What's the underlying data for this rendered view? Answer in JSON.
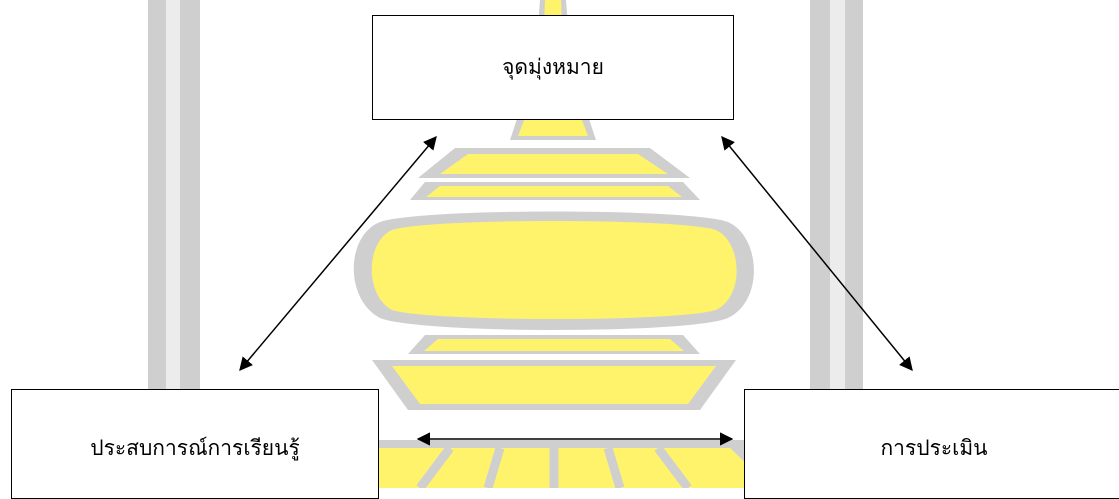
{
  "diagram": {
    "nodes": {
      "goal": "จุดมุ่งหมาย",
      "experience": "ประสบการณ์การเรียนรู้",
      "evaluation": "การประเมิน"
    },
    "edges": [
      {
        "from": "goal",
        "to": "experience",
        "type": "bidirectional"
      },
      {
        "from": "goal",
        "to": "evaluation",
        "type": "bidirectional"
      },
      {
        "from": "experience",
        "to": "evaluation",
        "type": "bidirectional"
      }
    ]
  },
  "colors": {
    "watermark_gold": "#fff36b",
    "watermark_gray": "#c8c8c8",
    "line": "#000000",
    "box_border": "#000000"
  },
  "watermark": "university-emblem-watermark"
}
